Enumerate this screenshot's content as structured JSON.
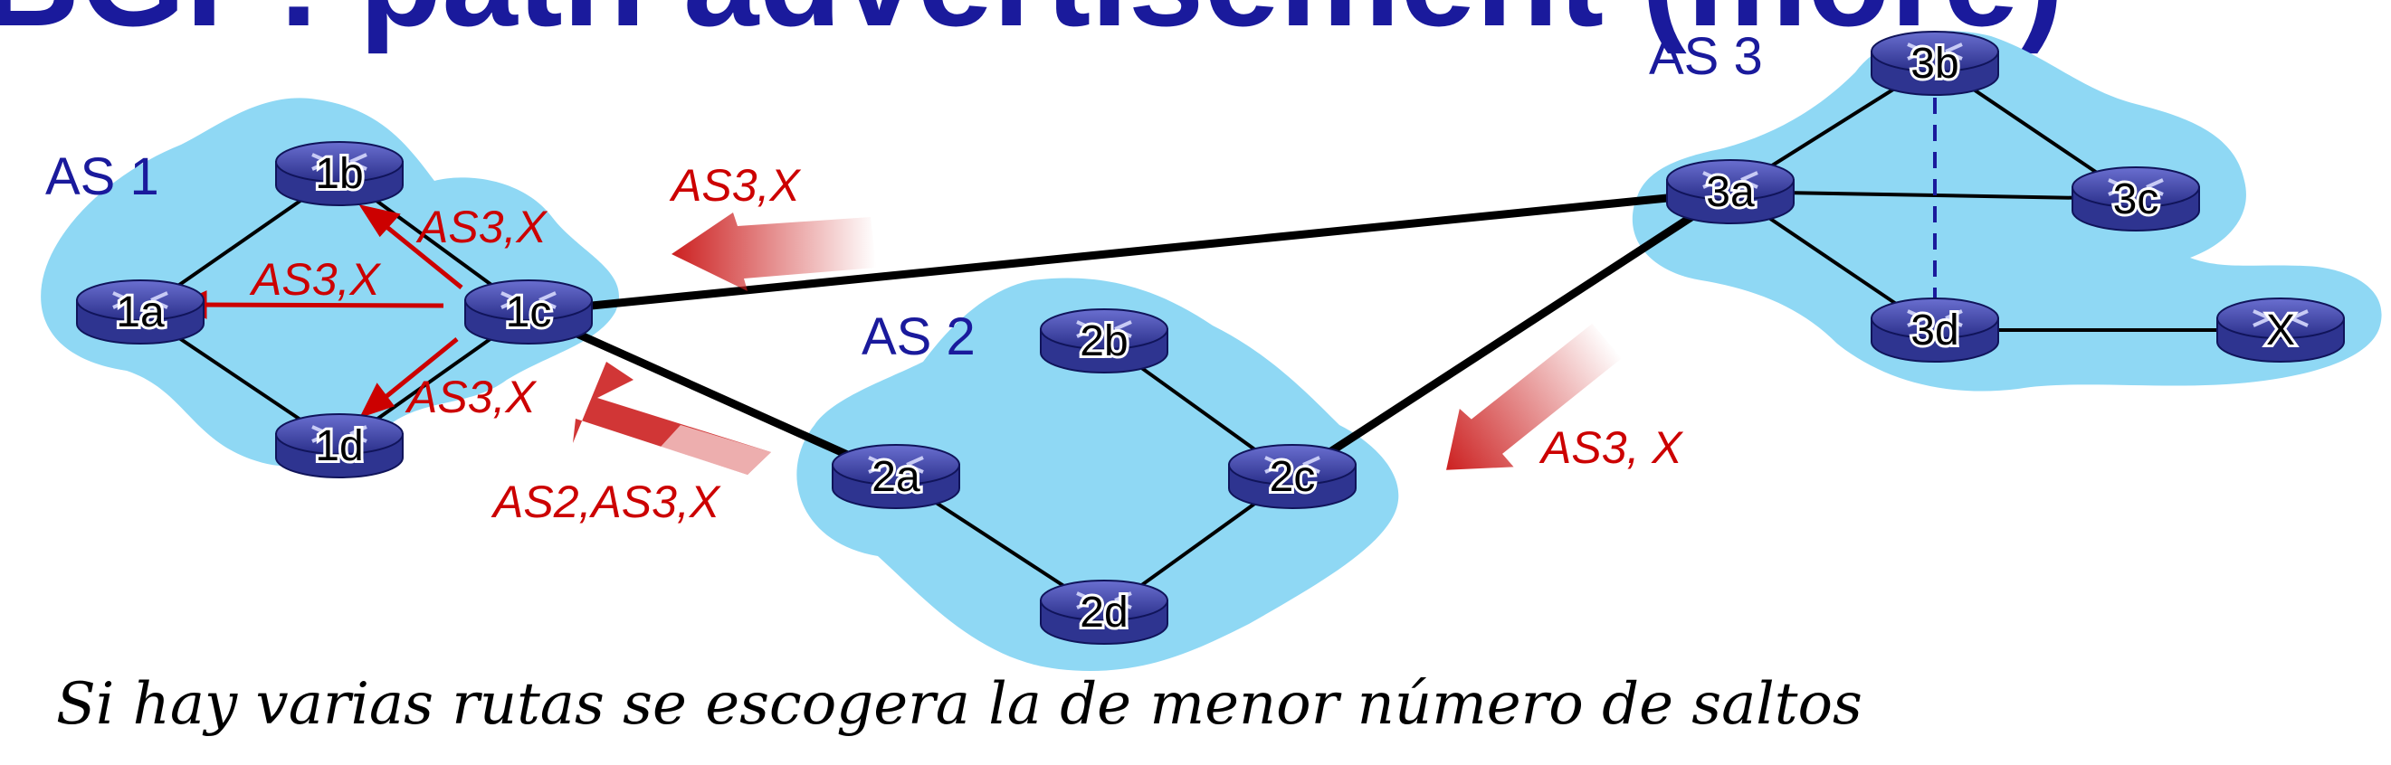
{
  "title_partial": "BGP: path advertisement (more)",
  "colors": {
    "cloud": "#8fd8f4",
    "as_text": "#1a1a9c",
    "msg": "#cc0000",
    "link": "#000000"
  },
  "autonomous_systems": [
    {
      "id": "as1",
      "label": "AS 1"
    },
    {
      "id": "as2",
      "label": "AS 2"
    },
    {
      "id": "as3",
      "label": "AS 3"
    }
  ],
  "routers": {
    "r1a": "1a",
    "r1b": "1b",
    "r1c": "1c",
    "r1d": "1d",
    "r2a": "2a",
    "r2b": "2b",
    "r2c": "2c",
    "r2d": "2d",
    "r3a": "3a",
    "r3b": "3b",
    "r3c": "3c",
    "r3d": "3d",
    "rx": "X"
  },
  "messages": {
    "as1_top": "AS3,X",
    "as1_to_1b": "AS3,X",
    "as1_to_1a": "AS3,X",
    "as1_to_1d": "AS3,X",
    "from_as2": "AS2,AS3,X",
    "from_as3": "AS3, X"
  },
  "handwritten_note": "Si hay varias rutas se escogera la de menor número de saltos"
}
